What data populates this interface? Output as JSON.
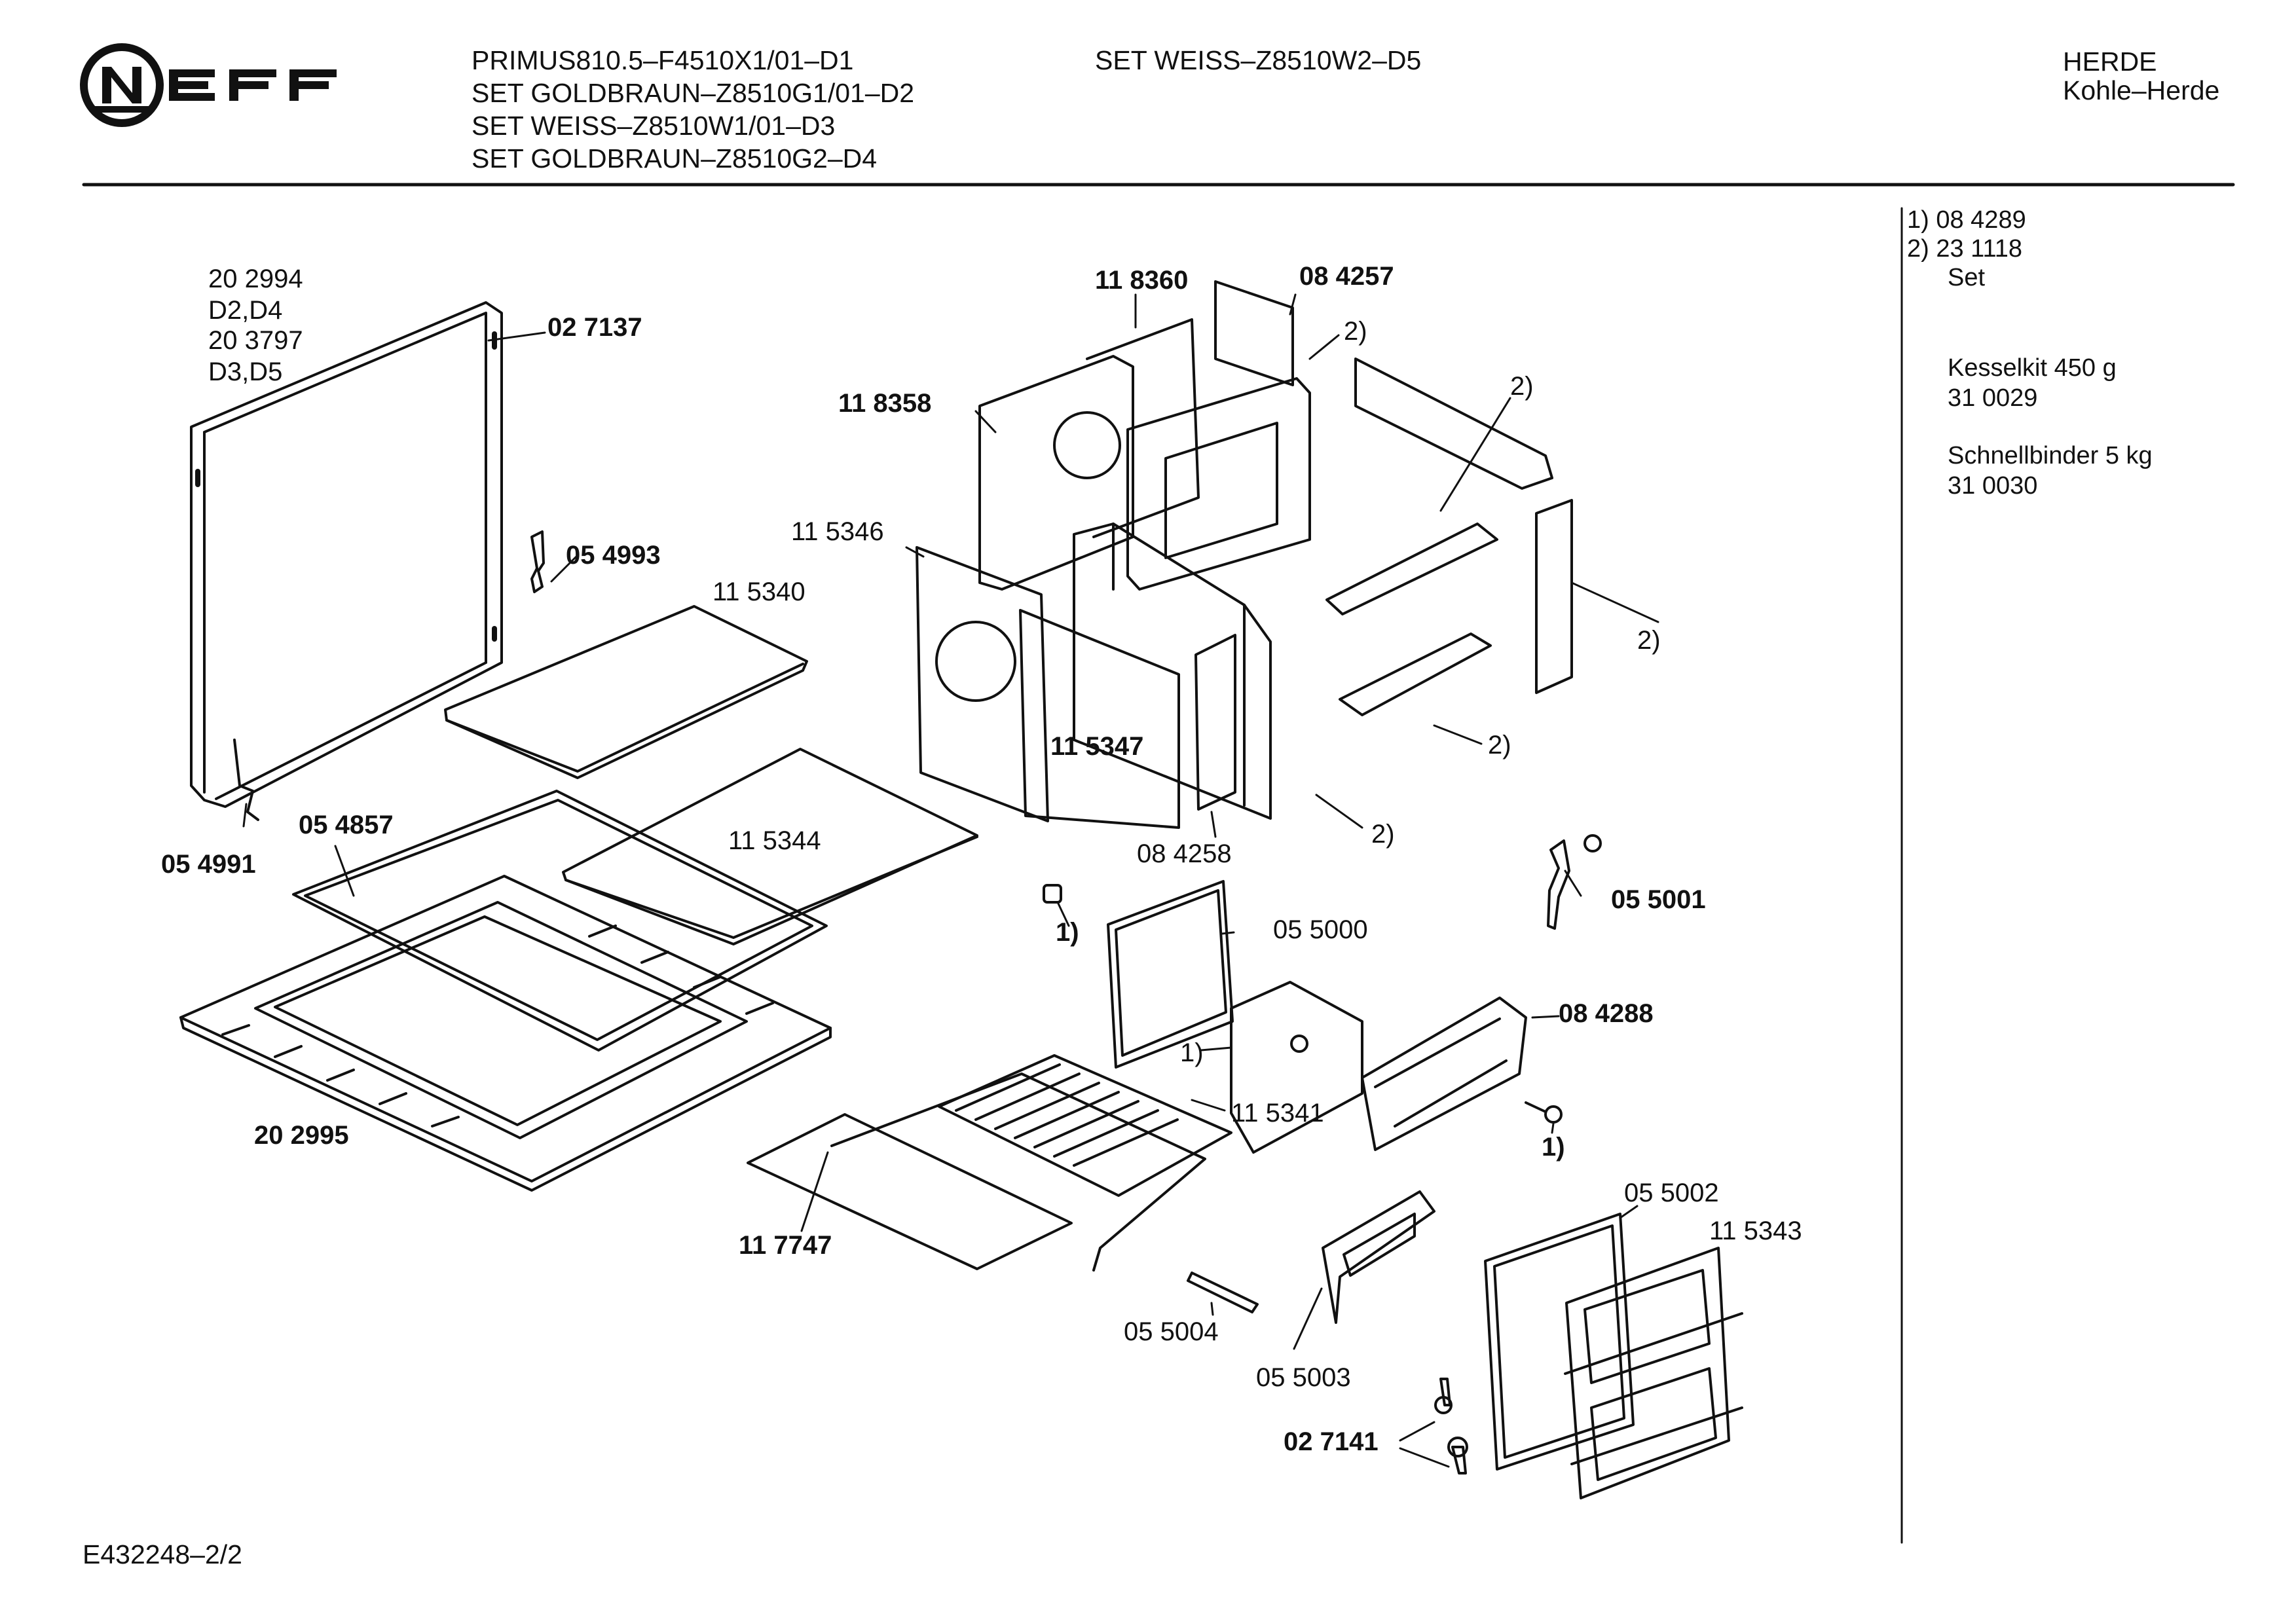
{
  "brand": {
    "logo_text": "NEFF"
  },
  "header": {
    "models": [
      "PRIMUS810.5–F4510X1/01–D1",
      "SET GOLDBRAUN–Z8510G1/01–D2",
      "SET WEISS–Z8510W1/01–D3",
      "SET GOLDBRAUN–Z8510G2–D4"
    ],
    "set_extra": "SET WEISS–Z8510W2–D5",
    "category": "HERDE",
    "subcategory": "Kohle–Herde"
  },
  "side_legend": {
    "note1": "1)  08 4289",
    "note2": "2)  23 1118",
    "note2_sub": "Set",
    "kit1_name": "Kesselkit 450 g",
    "kit1_code": "31 0029",
    "kit2_name": "Schnellbinder 5 kg",
    "kit2_code": "31 0030"
  },
  "parts": {
    "p202994": "20 2994",
    "pD2D4": "D2,D4",
    "p203797": "20 3797",
    "pD3D5": "D3,D5",
    "p027137": "02 7137",
    "p054993": "05 4993",
    "p115340": "11 5340",
    "p054991": "05 4991",
    "p054857": "05 4857",
    "p115344": "11 5344",
    "p202995": "20 2995",
    "p118360": "11 8360",
    "p084257": "08 4257",
    "p118358": "11 8358",
    "p115346": "11 5346",
    "p115347": "11 5347",
    "p084258": "08 4258",
    "n2a": "2)",
    "n2b": "2)",
    "n2c": "2)",
    "n2d": "2)",
    "n2e": "2)",
    "p055001": "05 5001",
    "n1a": "1)",
    "p055000": "05 5000",
    "n1b": "1)",
    "p084288": "08 4288",
    "p115341": "11 5341",
    "n1c": "1)",
    "p117747": "11 7747",
    "p055002": "05 5002",
    "p115343": "11 5343",
    "p055004": "05 5004",
    "p055003": "05 5003",
    "p027141": "02 7141"
  },
  "footer": {
    "doc_id": "E432248–2/2"
  }
}
